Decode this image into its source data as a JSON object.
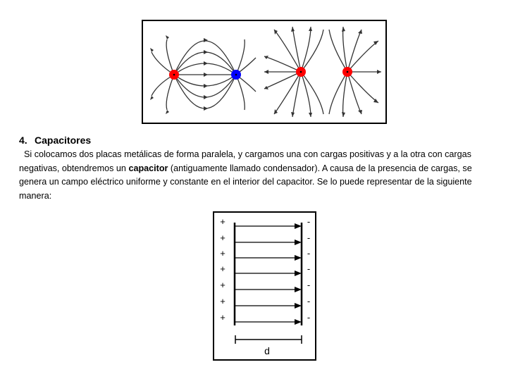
{
  "section": {
    "number": "4.",
    "title": "Capacitores"
  },
  "paragraph": {
    "line1": "Si colocamos dos placas metálicas de forma paralela, y cargamos una con cargas positivas y a la otra con cargas",
    "line2_a": "negativas, obtendremos un ",
    "line2_bold": "capacitor",
    "line2_b": " (antiguamente llamado condensador). A causa de la presencia de cargas, se",
    "line3": "genera un campo eléctrico uniforme y constante en el interior del capacitor. Se lo puede representar de la siguiente",
    "line4": "manera:"
  },
  "capacitor_figure": {
    "plus_sign": "+",
    "minus_sign": "-",
    "distance_label": "d"
  },
  "colors": {
    "positive_charge": "#ff0000",
    "negative_charge": "#0000ff",
    "field_line": "#333333"
  }
}
